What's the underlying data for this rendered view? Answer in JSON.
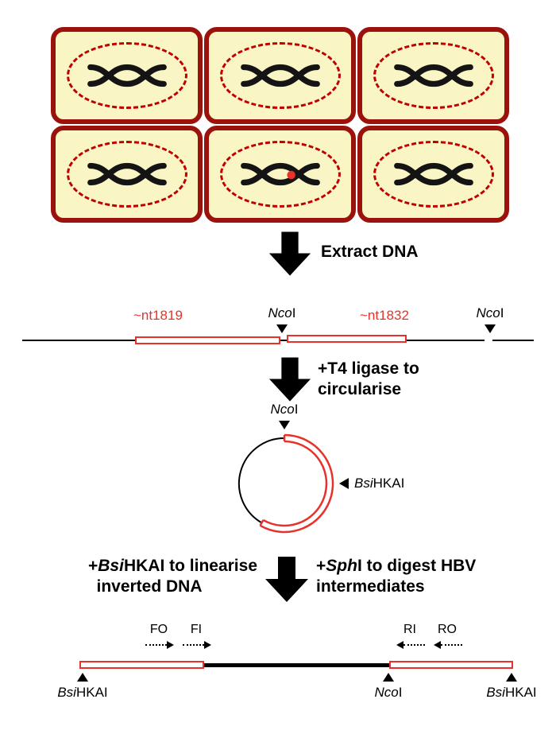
{
  "colors": {
    "cell_border": "#9a120b",
    "cell_fill": "#faf5c4",
    "nucleus": "#c00000",
    "dna_red": "#e8312a",
    "ink": "#000000"
  },
  "step1": {
    "label": "Extract DNA"
  },
  "map1": {
    "nt_left": "~nt1819",
    "nt_right": "~nt1832",
    "nco_italic": "Nco",
    "nco_regular": "I"
  },
  "step2": {
    "line1": "+T4 ligase to",
    "line2": "circularise"
  },
  "circle": {
    "nco_italic": "Nco",
    "nco_regular": "I",
    "bsi_italic": "Bsi",
    "bsi_regular": "HKAI"
  },
  "step3": {
    "left_plus": "+",
    "left_italic": "Bsi",
    "left_rest": "HKAI to linearise",
    "left_line2": "inverted DNA",
    "right_plus": "+",
    "right_italic": "Sph",
    "right_rest": "I to digest HBV",
    "right_line2": "intermediates"
  },
  "map2": {
    "primer_fo": "FO",
    "primer_fi": "FI",
    "primer_ri": "RI",
    "primer_ro": "RO",
    "site_left_italic": "Bsi",
    "site_left_regular": "HKAI",
    "site_mid_italic": "Nco",
    "site_mid_regular": "I",
    "site_right_italic": "Bsi",
    "site_right_regular": "HKAI"
  }
}
